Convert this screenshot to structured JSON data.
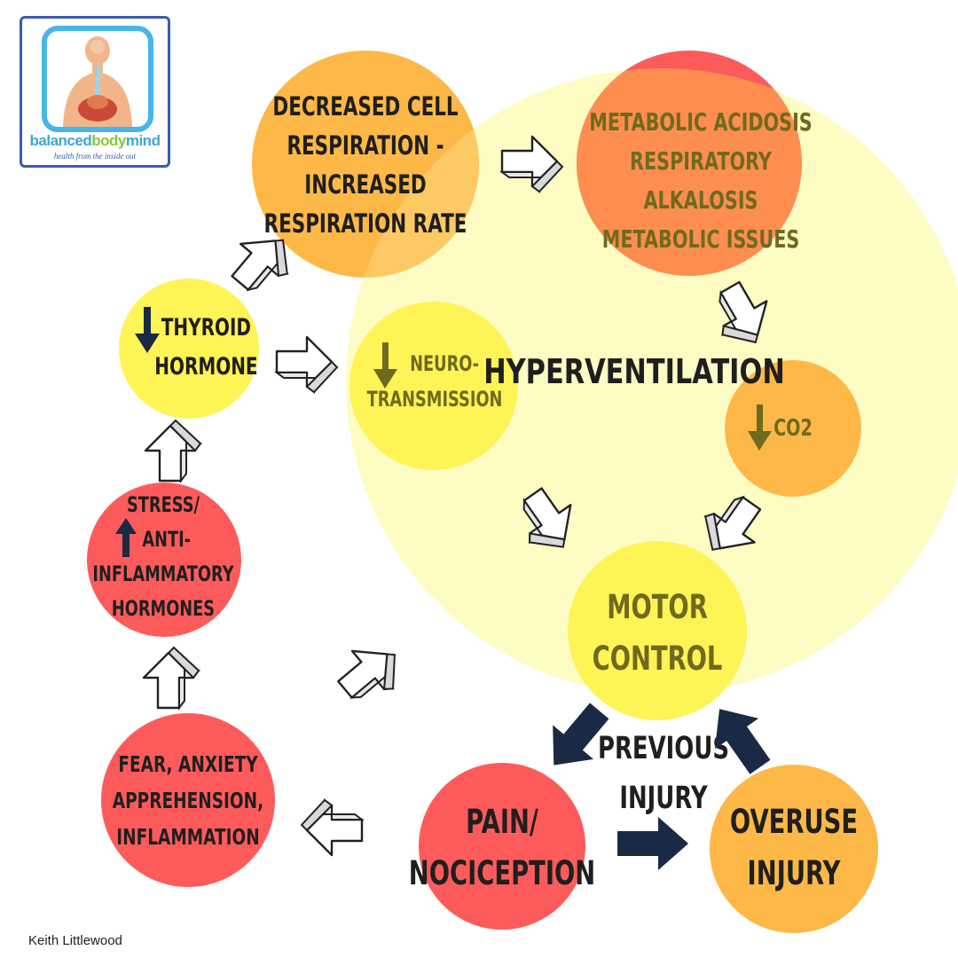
{
  "logo": {
    "brand_balanced": "balanced",
    "brand_body": "body",
    "brand_mind": "mind",
    "tagline": "health from the inside out"
  },
  "hyperventilation": {
    "label": "HYPERVENTILATION"
  },
  "nodes": {
    "decreased_cell": {
      "lines": [
        "DECREASED CELL",
        "RESPIRATION -",
        "INCREASED",
        "RESPIRATION RATE"
      ]
    },
    "metabolic": {
      "lines": [
        "METABOLIC ACIDOSIS",
        "RESPIRATORY",
        "ALKALOSIS",
        "METABOLIC ISSUES"
      ]
    },
    "thyroid": {
      "lines": [
        "THYROID",
        "HORMONE"
      ]
    },
    "neuro": {
      "lines": [
        "NEURO-",
        "TRANSMISSION"
      ]
    },
    "co2": {
      "lines": [
        "CO2"
      ]
    },
    "stress": {
      "lines": [
        "STRESS/",
        "ANTI-",
        "INFLAMMATORY",
        "HORMONES"
      ]
    },
    "motor": {
      "lines": [
        "MOTOR",
        "CONTROL"
      ]
    },
    "fear": {
      "lines": [
        "FEAR, ANXIETY",
        "APPREHENSION,",
        "INFLAMMATION"
      ]
    },
    "pain": {
      "lines": [
        "PAIN/",
        "NOCICEPTION"
      ]
    },
    "previous": {
      "lines": [
        "PREVIOUS",
        "INJURY"
      ]
    },
    "overuse": {
      "lines": [
        "OVERUSE",
        "INJURY"
      ]
    }
  },
  "author": "Keith Littlewood",
  "colors": {
    "yellow_big": "#fdfbb8",
    "yellow": "#fef455",
    "orange": "#fdb847",
    "red": "#fd5b5b",
    "orange_red": "#fd8a4e",
    "navy": "#1a2a44",
    "olive": "#6f6a1e"
  }
}
